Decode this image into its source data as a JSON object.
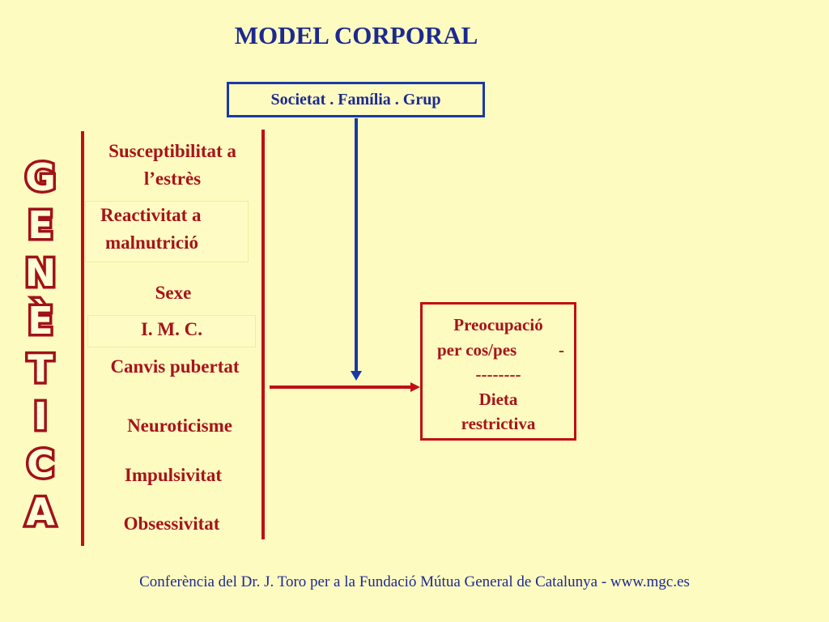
{
  "title": "MODEL CORPORAL",
  "top_box": "Societat . Família . Grup",
  "side_label_letters": [
    "G",
    "E",
    "N",
    "È",
    "T",
    "I",
    "C",
    "A"
  ],
  "factors": {
    "susceptibilitat_1": "Susceptibilitat a",
    "susceptibilitat_2": "l’estrès",
    "reactivitat_1": "Reactivitat a",
    "reactivitat_2": "malnutrició",
    "sexe": "Sexe",
    "imc": "I. M. C.",
    "canvis": "Canvis pubertat",
    "neuroticisme": "Neuroticisme",
    "impulsivitat": "Impulsivitat",
    "obsessivitat": "Obsessivitat"
  },
  "outcome_box": {
    "line1": "Preocupació",
    "line2_left": "per  cos/pes",
    "line2_right": "-",
    "line3": "--------",
    "line4": "Dieta",
    "line5": "restrictiva"
  },
  "footer": "Conferència del Dr. J. Toro per a la Fundació Mútua General de Catalunya - www.mgc.es",
  "colors": {
    "background": "#fefbc1",
    "blue": "#1a39a6",
    "red": "#c00f14"
  }
}
